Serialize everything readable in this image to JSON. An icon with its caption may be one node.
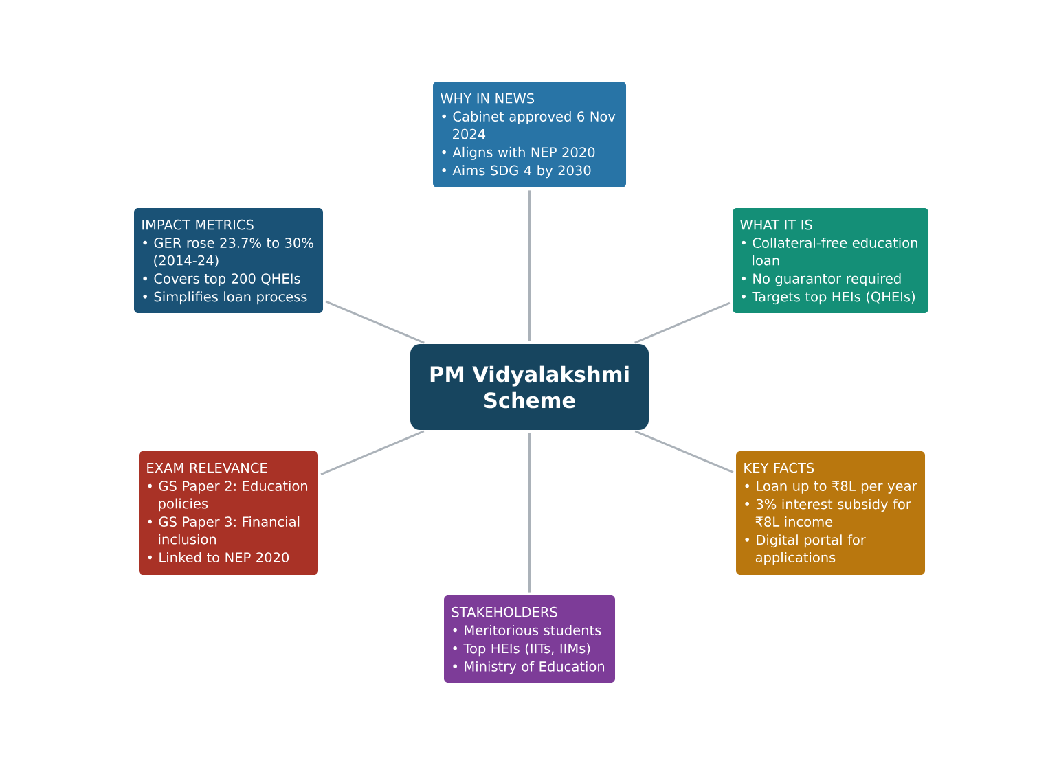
{
  "diagram": {
    "nodes": [
      {
        "text": [
          "PM Vidyalakshmi Scheme"
        ]
      },
      {
        "text": [
          "WHY IN NEWS",
          "• Cabinet approved 6 Nov 2024",
          "• Aligns with NEP 2020",
          "• Aims SDG 4 by 2030"
        ]
      },
      {
        "text": [
          "WHAT IT IS",
          "• Collateral-free education loan",
          "• No guarantor required",
          "• Targets top HEIs (QHEIs)"
        ]
      },
      {
        "text": [
          "KEY FACTS",
          "• Loan up to ₹8L per year",
          "• 3% interest subsidy for ₹8L income",
          "• Digital portal for applications"
        ]
      },
      {
        "text": [
          "STAKEHOLDERS",
          "• Meritorious students",
          "• Top HEIs (IITs, IIMs)",
          "• Ministry of Education"
        ]
      },
      {
        "text": [
          "EXAM RELEVANCE",
          "• GS Paper 2: Education policies",
          "• GS Paper 3: Financial inclusion",
          "• Linked to NEP 2020"
        ]
      },
      {
        "text": [
          "IMPACT METRICS",
          "• GER rose 23.7% to 30% (2014-24)",
          "• Covers top 200 QHEIs",
          "• Simplifies loan process"
        ]
      }
    ],
    "edges": [
      {
        "from": 0,
        "to": 1,
        "arrow": "none"
      },
      {
        "from": 0,
        "to": 2,
        "arrow": "none"
      },
      {
        "from": 0,
        "to": 3,
        "arrow": "none"
      },
      {
        "from": 0,
        "to": 4,
        "arrow": "none"
      },
      {
        "from": 0,
        "to": 5,
        "arrow": "none"
      },
      {
        "from": 0,
        "to": 6,
        "arrow": "none"
      }
    ]
  }
}
